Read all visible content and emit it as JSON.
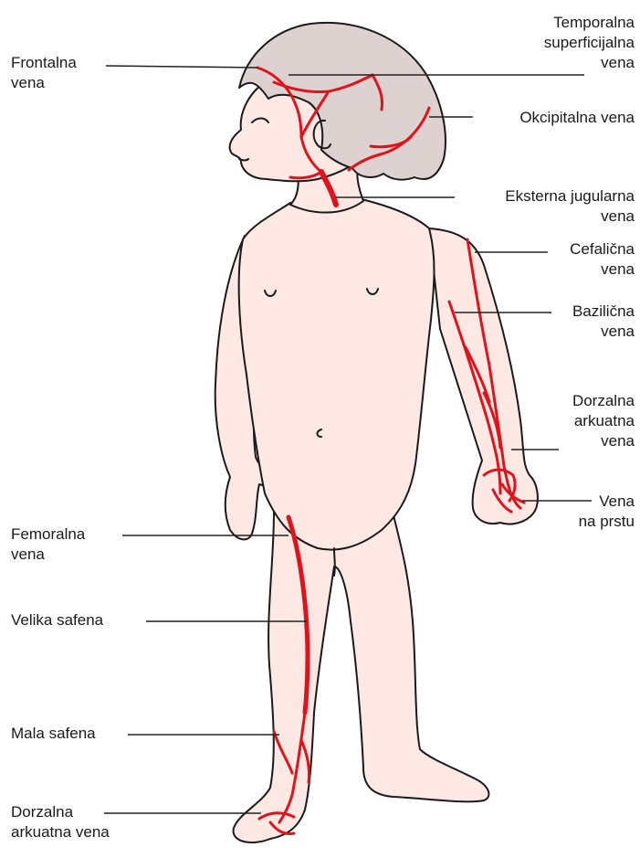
{
  "colors": {
    "skin": "#fde8e3",
    "hair": "#ddd2cf",
    "outline": "#1a1a1a",
    "vein": "#e0121b",
    "leader": "#222222"
  },
  "labels": {
    "frontal": [
      "Frontalna",
      "vena"
    ],
    "temporal": [
      "Temporalna",
      "superficijalna",
      "vena"
    ],
    "occipital": [
      "Okcipitalna vena"
    ],
    "jugular": [
      "Eksterna jugularna",
      "vena"
    ],
    "cephalic": [
      "Cefalična",
      "vena"
    ],
    "basilic": [
      "Bazilična",
      "vena"
    ],
    "dorsal_arm": [
      "Dorzalna",
      "arkuatna",
      "vena"
    ],
    "digital": [
      "Vena",
      "na prstu"
    ],
    "femoral": [
      "Femoralna",
      "vena"
    ],
    "great_saphenous": [
      "Velika safena"
    ],
    "small_saphenous": [
      "Mala safena"
    ],
    "dorsal_foot": [
      "Dorzalna",
      "arkuatna vena"
    ]
  }
}
